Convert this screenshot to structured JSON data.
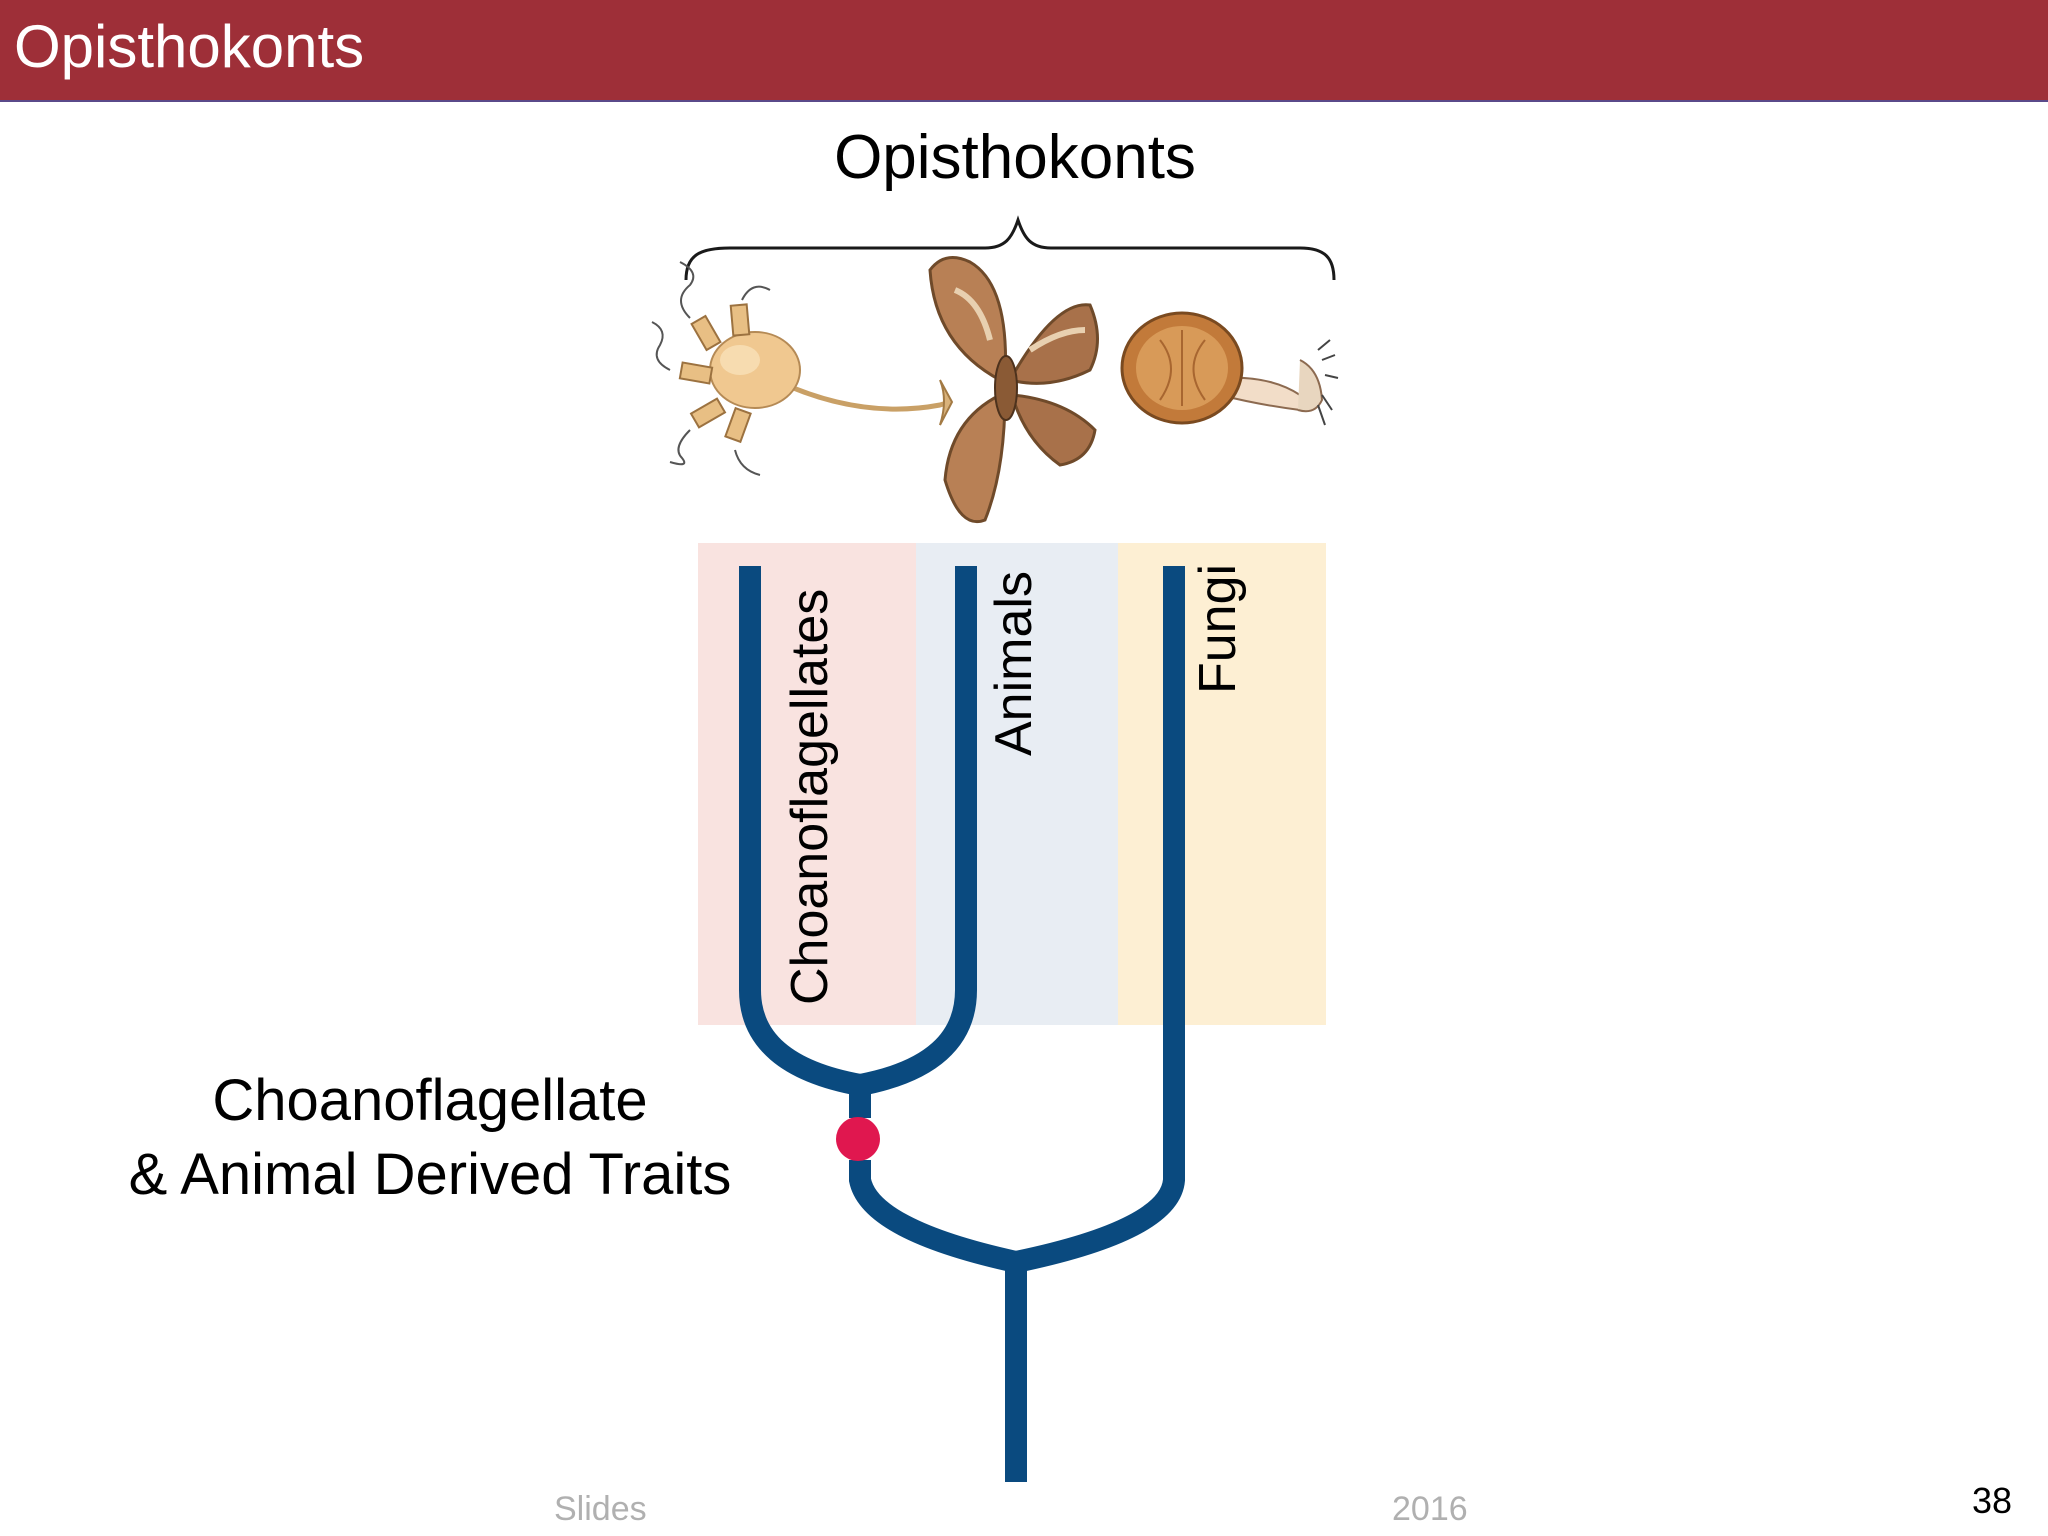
{
  "slide": {
    "header_title": "Opisthokonts",
    "group_title": "Opisthokonts",
    "number": "38"
  },
  "clades": [
    {
      "label": "Choanoflagellates",
      "band_color": "#f9e3e0",
      "illustration": "choanoflagellate-colony"
    },
    {
      "label": "Animals",
      "band_color": "#e8edf3",
      "illustration": "moth"
    },
    {
      "label": "Fungi",
      "band_color": "#fdefd3",
      "illustration": "mushroom"
    }
  ],
  "trait_marker": {
    "line1": "Choanoflagellate",
    "line2": "& Animal Derived Traits",
    "color": "#e0174f"
  },
  "tree_color": "#0a4a7f",
  "footer": {
    "left": "Slides",
    "right": "2016"
  },
  "colors": {
    "header_bar": "#9e2f38"
  }
}
